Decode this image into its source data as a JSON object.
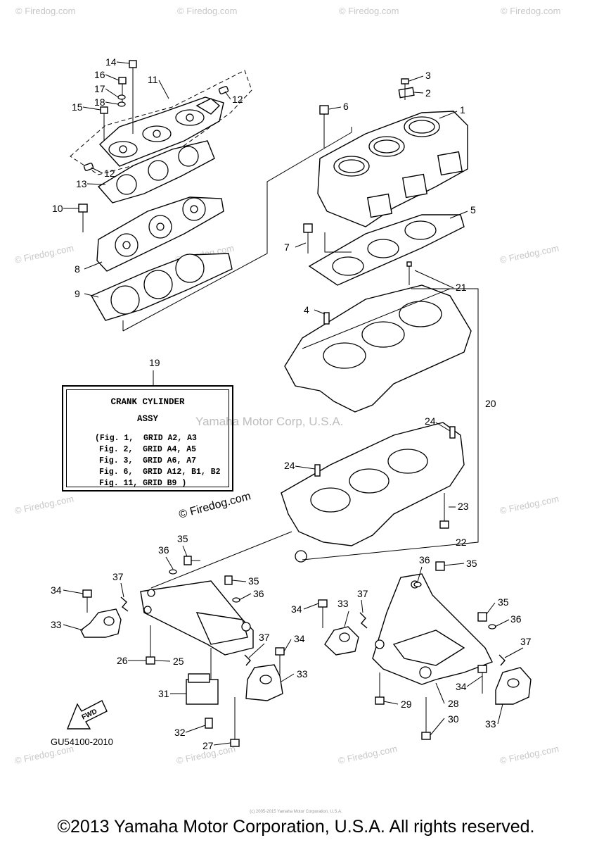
{
  "diagram_code": "GU54100-2010",
  "footer": "©2013 Yamaha Motor Corporation, U.S.A. All rights reserved.",
  "fine_print": "(c) 2005-2015 Yamaha Motor Corporation, U.S.A.",
  "watermarks": {
    "firedog": "© Firedog.com",
    "yamaha": "Yamaha Motor Corp, U.S.A."
  },
  "legend": {
    "ref": "19",
    "title": "CRANK CYLINDER",
    "subtitle": "ASSY",
    "lines": [
      "(Fig. 1,  GRID A2, A3",
      "Fig. 2,  GRID A4, A5",
      "Fig. 3,  GRID A6, A7",
      "Fig. 6,  GRID A12, B1, B2",
      "Fig. 11, GRID B9 )"
    ]
  },
  "fwd_label": "FWD",
  "callouts": [
    "1",
    "2",
    "3",
    "4",
    "5",
    "6",
    "7",
    "8",
    "9",
    "10",
    "11",
    "12",
    "13",
    "14",
    "15",
    "16",
    "17",
    "18",
    "20",
    "21",
    "22",
    "23",
    "24",
    "25",
    "26",
    "27",
    "28",
    "29",
    "30",
    "31",
    "32",
    "33",
    "34",
    "35",
    "36",
    "37"
  ]
}
